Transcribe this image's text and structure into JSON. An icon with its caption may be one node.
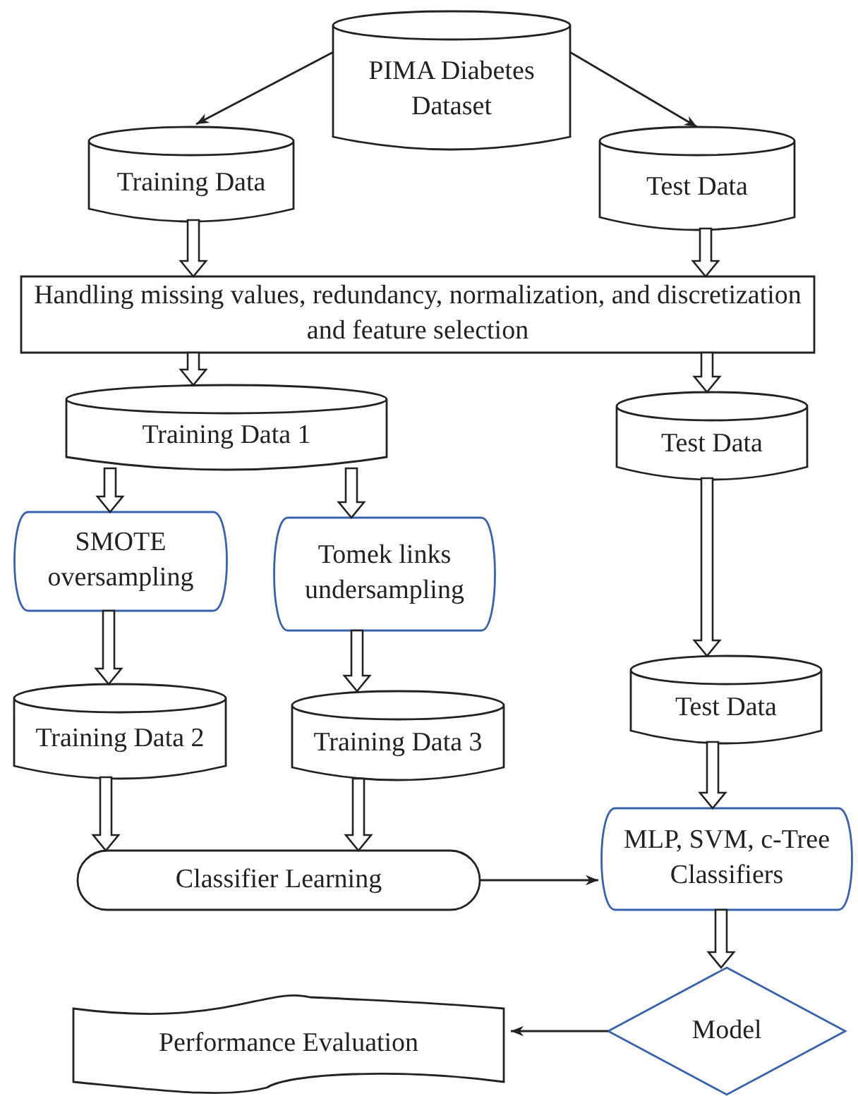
{
  "diagram": {
    "nodes": [
      {
        "text": [
          "PIMA Diabetes Dataset"
        ]
      },
      {
        "text": [
          "Training Data"
        ]
      },
      {
        "text": [
          "Test Data"
        ]
      },
      {
        "text": [
          "Handling missing values, redundancy, normalization, and discretization and feature selection"
        ]
      },
      {
        "text": [
          "Training Data 1"
        ]
      },
      {
        "text": [
          "Test Data"
        ]
      },
      {
        "text": [
          "SMOTE oversampling"
        ]
      },
      {
        "text": [
          "Tomek links undersampling"
        ]
      },
      {
        "text": [
          "Test Data"
        ]
      },
      {
        "text": [
          "Training Data 2"
        ]
      },
      {
        "text": [
          "Training Data 3"
        ]
      },
      {
        "text": [
          "Classifier Learning"
        ]
      },
      {
        "text": [
          "MLP, SVM, c-Tree Classifiers"
        ]
      },
      {
        "text": [
          "Model"
        ]
      },
      {
        "text": [
          "Performance Evaluation"
        ]
      }
    ],
    "edges": [
      {
        "from": 0,
        "to": 1,
        "arrow": "to"
      },
      {
        "from": 0,
        "to": 2,
        "arrow": "to"
      },
      {
        "from": 1,
        "to": 3,
        "arrow": "to",
        "style": "thick"
      },
      {
        "from": 2,
        "to": 3,
        "arrow": "to",
        "style": "thick"
      },
      {
        "from": 3,
        "to": 4,
        "arrow": "to",
        "style": "thick"
      },
      {
        "from": 3,
        "to": 5,
        "arrow": "to",
        "style": "thick"
      },
      {
        "from": 4,
        "to": 6,
        "arrow": "to",
        "style": "thick"
      },
      {
        "from": 4,
        "to": 7,
        "arrow": "to",
        "style": "thick"
      },
      {
        "from": 6,
        "to": 9,
        "arrow": "to",
        "style": "thick"
      },
      {
        "from": 7,
        "to": 10,
        "arrow": "to",
        "style": "thick"
      },
      {
        "from": 5,
        "to": 8,
        "arrow": "to",
        "style": "thick"
      },
      {
        "from": 9,
        "to": 11,
        "arrow": "to",
        "style": "thick"
      },
      {
        "from": 10,
        "to": 11,
        "arrow": "to",
        "style": "thick"
      },
      {
        "from": 8,
        "to": 12,
        "arrow": "to",
        "style": "thick"
      },
      {
        "from": 11,
        "to": 12,
        "arrow": "to"
      },
      {
        "from": 12,
        "to": 13,
        "arrow": "to",
        "style": "thick"
      },
      {
        "from": 13,
        "to": 14,
        "arrow": "to"
      }
    ]
  }
}
